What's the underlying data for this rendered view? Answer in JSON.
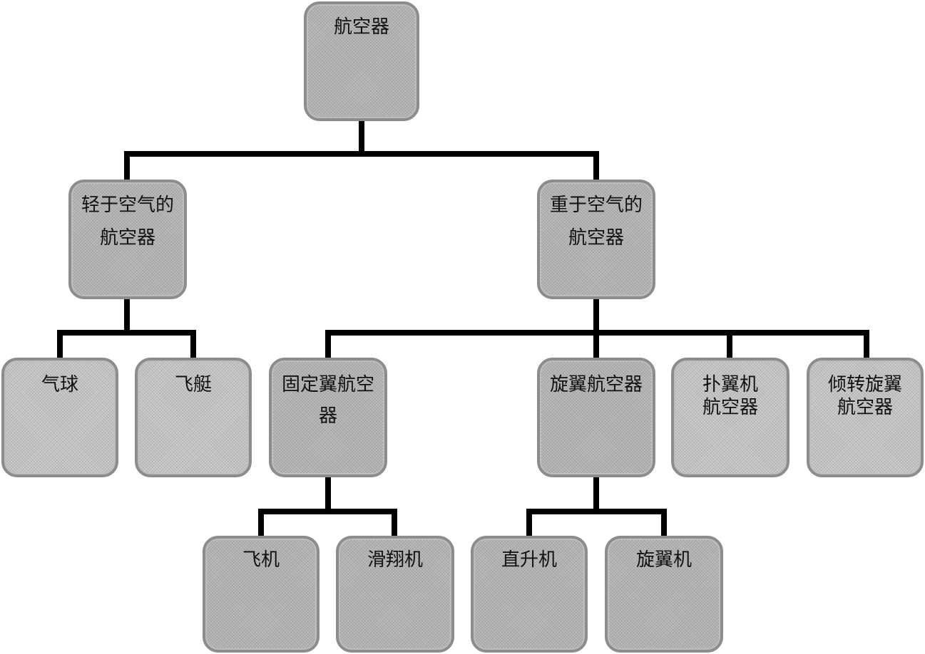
{
  "nodes": {
    "root": [
      "航空器"
    ],
    "lighter_than_air": [
      "轻于空气的",
      "航空器"
    ],
    "heavier_than_air": [
      "重于空气的",
      "航空器"
    ],
    "balloon": [
      "气球"
    ],
    "airship": [
      "飞艇"
    ],
    "fixed_wing": [
      "固定翼航空",
      "器"
    ],
    "rotary_wing": [
      "旋翼航空器"
    ],
    "ornithopter": [
      "扑翼机",
      "航空器"
    ],
    "tiltrotor": [
      "倾转旋翼",
      "航空器"
    ],
    "airplane": [
      "飞机"
    ],
    "glider": [
      "滑翔机"
    ],
    "helicopter": [
      "直升机"
    ],
    "gyroplane": [
      "旋翼机"
    ]
  }
}
